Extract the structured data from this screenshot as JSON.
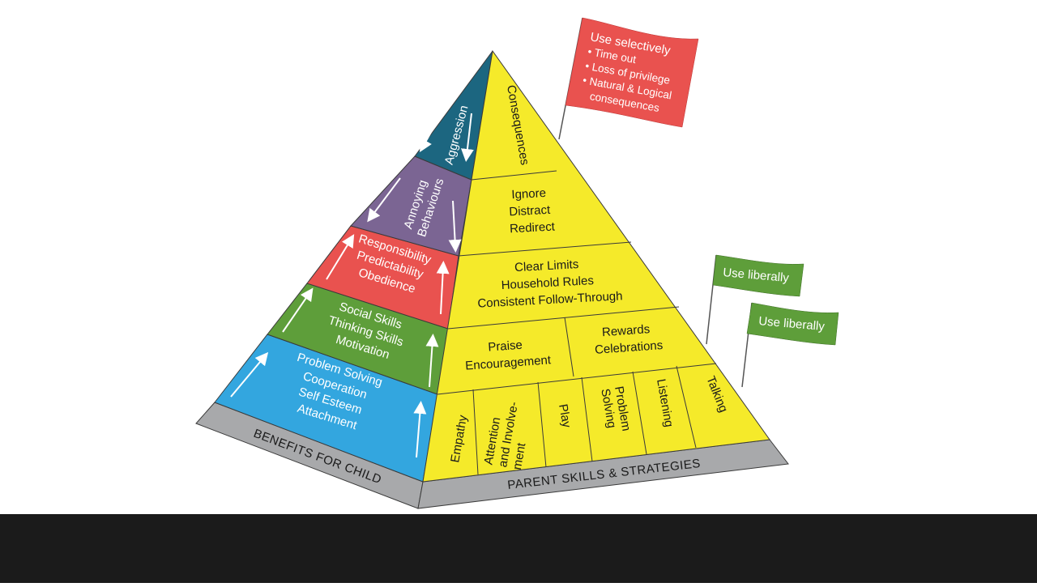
{
  "pyramid": {
    "left_face": {
      "aggression": [
        "Aggression"
      ],
      "annoying": [
        "Annoying",
        "Behaviours"
      ],
      "responsibility": [
        "Responsibility",
        "Predictability",
        "Obedience"
      ],
      "social": [
        "Social Skills",
        "Thinking Skills",
        "Motivation"
      ],
      "problem": [
        "Problem Solving",
        "Cooperation",
        "Self Esteem",
        "Attachment"
      ]
    },
    "right_face": {
      "consequences": "Consequences",
      "ignore": [
        "Ignore",
        "Distract",
        "Redirect"
      ],
      "limits": [
        "Clear Limits",
        "Household Rules",
        "Consistent Follow-Through"
      ],
      "praise": [
        "Praise",
        "Encouragement"
      ],
      "rewards": [
        "Rewards",
        "Celebrations"
      ],
      "base_columns": [
        [
          "Empathy"
        ],
        [
          "Attention",
          "and Involve-",
          "ment"
        ],
        [
          "Play"
        ],
        [
          "Problem",
          "Solving"
        ],
        [
          "Listening"
        ],
        [
          "Talking"
        ]
      ]
    },
    "base_left_label": "BENEFITS FOR CHILD",
    "base_right_label": "PARENT SKILLS & STRATEGIES"
  },
  "flags": {
    "red": {
      "title": "Use selectively",
      "items": [
        "Time out",
        "Loss of privilege",
        "Natural & Logical",
        "consequences"
      ]
    },
    "green_top": {
      "label": "Use liberally"
    },
    "green_bottom": {
      "label": "Use liberally"
    }
  },
  "colors": {
    "yellow": "#f5ea2a",
    "dark_teal": "#1c6680",
    "purple": "#7b6593",
    "red": "#e9524f",
    "green": "#5e9e3a",
    "blue": "#33a6df",
    "base_grey": "#a8a9ab",
    "flag_red": "#e9524f",
    "flag_green": "#5e9e3a",
    "bottom_bar": "#1b1b1b"
  }
}
